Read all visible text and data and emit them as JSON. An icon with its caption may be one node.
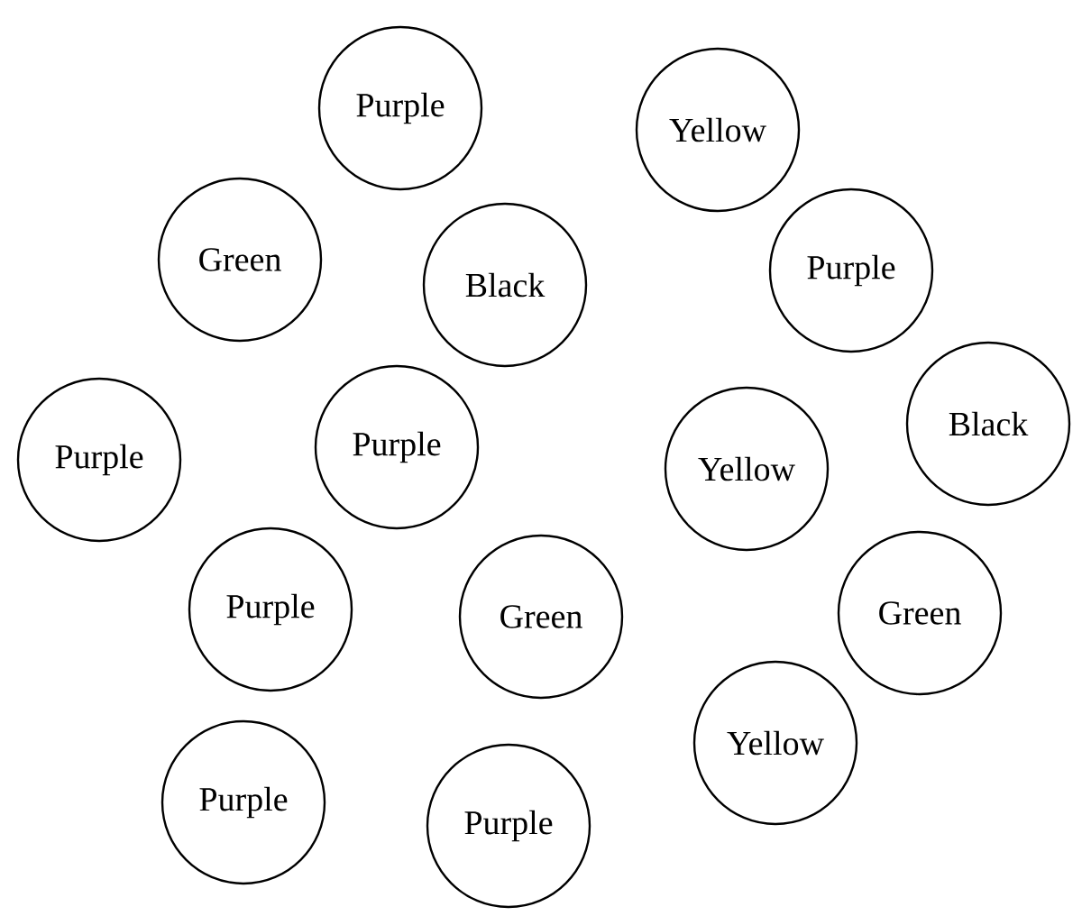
{
  "diagram": {
    "nodes": [
      {
        "text": [
          "Purple"
        ]
      },
      {
        "text": [
          "Yellow"
        ]
      },
      {
        "text": [
          "Green"
        ]
      },
      {
        "text": [
          "Black"
        ]
      },
      {
        "text": [
          "Purple"
        ]
      },
      {
        "text": [
          "Purple"
        ]
      },
      {
        "text": [
          "Purple"
        ]
      },
      {
        "text": [
          "Yellow"
        ]
      },
      {
        "text": [
          "Black"
        ]
      },
      {
        "text": [
          "Purple"
        ]
      },
      {
        "text": [
          "Green"
        ]
      },
      {
        "text": [
          "Green"
        ]
      },
      {
        "text": [
          "Purple"
        ]
      },
      {
        "text": [
          "Purple"
        ]
      },
      {
        "text": [
          "Yellow"
        ]
      }
    ]
  }
}
